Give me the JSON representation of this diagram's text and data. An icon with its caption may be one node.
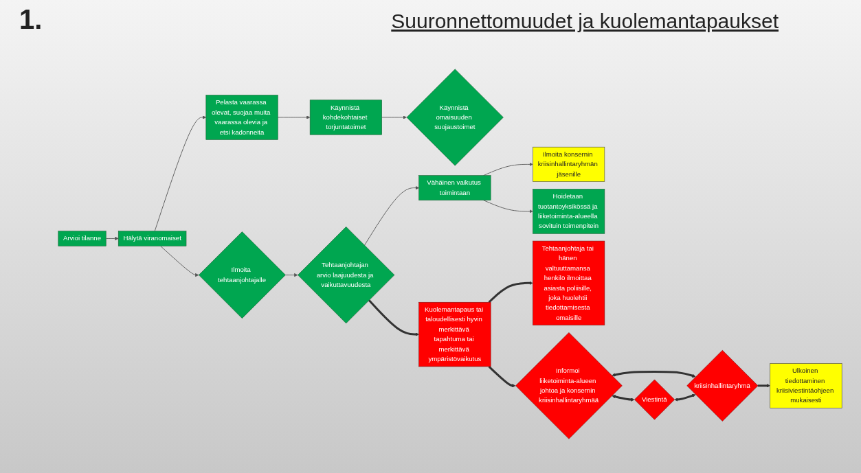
{
  "diagram": {
    "title": "Suuronnettomuudet ja kuolemantapaukset",
    "nodes": [
      {
        "text": [
          "Arvioi tilanne"
        ]
      },
      {
        "text": [
          "Hälytä viranomaiset"
        ]
      },
      {
        "text": [
          "Pelasta vaarassa olevat, suojaa muita vaarassa olevia ja etsi kadonneita"
        ]
      },
      {
        "text": [
          "Käynnistä kohdekohtaiset torjuntatoimet"
        ]
      },
      {
        "text": [
          "Käynnistä omaisuuden suojaustoimet"
        ]
      },
      {
        "text": [
          "Ilmoita tehtaanjohtajalle"
        ]
      },
      {
        "text": [
          "Tehtaanjohtajan arvio laajuudesta ja vaikuttavuudesta"
        ]
      },
      {
        "text": [
          "Kuolemantapaus tai taloudellisesti hyvin merkittävä tapahtuma tai merkittävä ympäristövaikutus"
        ]
      },
      {
        "text": [
          "Ilmoita konsernin kriisinhallintaryhmän jäsenille"
        ]
      },
      {
        "text": [
          "Vähäinen vaikutus toimintaan"
        ]
      },
      {
        "text": [
          "Hoidetaan tuotantoyksikössä ja liiketoiminta-alueella sovituin toimenpitein"
        ]
      },
      {
        "text": [
          "Tehtaanjohtaja tai hänen valtuuttamansa henkilö ilmoittaa asiasta poliisille, joka huolehtii tiedottamisesta omaisille"
        ]
      },
      {
        "text": [
          "Informoi liiketoiminta-alueen johtoa ja konsernin kriisinhallintaryhmää"
        ]
      },
      {
        "text": [
          "kriisinhallintaryhmä"
        ]
      },
      {
        "text": [
          "Viestintä"
        ]
      },
      {
        "text": [
          "Ulkoinen tiedottaminen kriisiviestintäohjeen mukaisesti"
        ]
      }
    ],
    "edges": [
      {
        "from": 0,
        "to": 1,
        "arrow": "to"
      },
      {
        "from": 1,
        "to": 2,
        "arrow": "to"
      },
      {
        "from": 2,
        "to": 3,
        "arrow": "to"
      },
      {
        "from": 3,
        "to": 4,
        "arrow": "to"
      },
      {
        "from": 1,
        "to": 5,
        "arrow": "to"
      },
      {
        "from": 5,
        "to": 6,
        "arrow": "to"
      },
      {
        "from": 6,
        "to": 7,
        "arrow": "to",
        "style": "thick"
      },
      {
        "from": 6,
        "to": 9,
        "arrow": "to"
      },
      {
        "from": 9,
        "to": 8,
        "arrow": "to"
      },
      {
        "from": 9,
        "to": 10,
        "arrow": "to"
      },
      {
        "from": 7,
        "to": 11,
        "arrow": "to",
        "style": "thick"
      },
      {
        "from": 7,
        "to": 12,
        "arrow": "to",
        "style": "thick"
      },
      {
        "from": 12,
        "to": 13,
        "arrow": "both",
        "style": "thick"
      },
      {
        "from": 12,
        "to": 14,
        "arrow": "both",
        "style": "thick"
      },
      {
        "from": 14,
        "to": 13,
        "arrow": "both",
        "style": "thick"
      },
      {
        "from": 13,
        "to": 15,
        "arrow": "to",
        "style": "thick"
      }
    ],
    "labels": [
      "1."
    ]
  }
}
